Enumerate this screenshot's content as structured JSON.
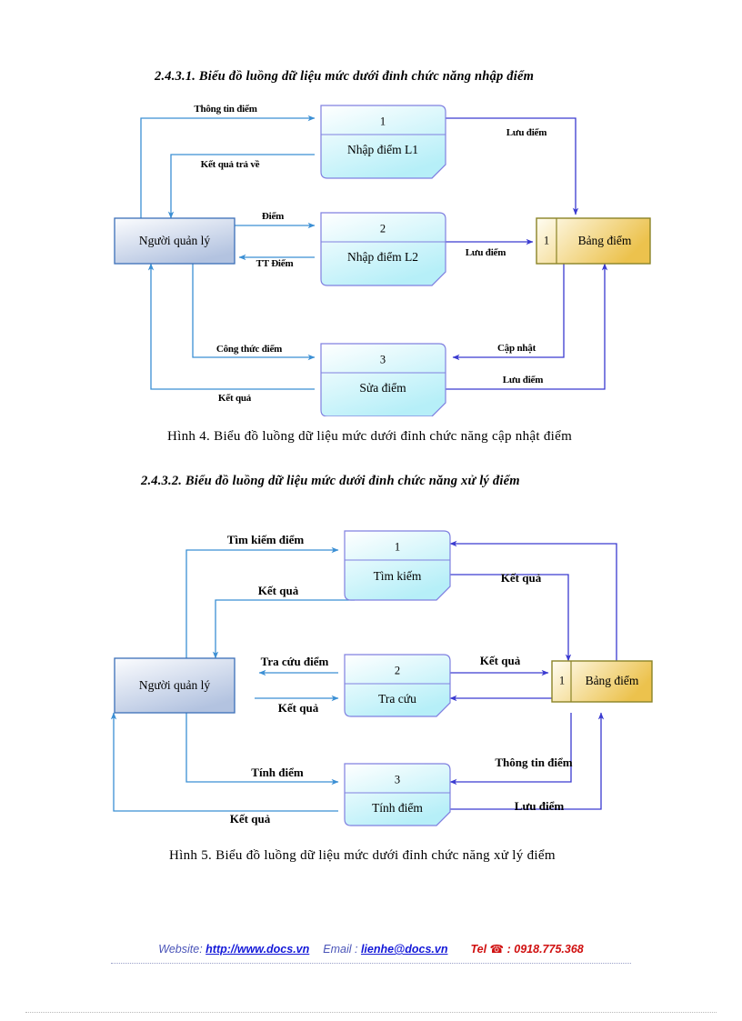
{
  "document": {
    "headings": [
      {
        "id": "h1",
        "text": "2.4.3.1. Biểu đồ luồng dữ liệu mức dưới đỉnh chức năng nhập điểm"
      },
      {
        "id": "h2",
        "text": "2.4.3.2. Biểu đồ luồng dữ liệu mức dưới đỉnh chức năng xử lý điểm"
      }
    ],
    "captions": [
      {
        "id": "c1",
        "text": "Hình 4. Biểu đồ luồng dữ liệu mức dưới đỉnh chức năng cập nhật điểm"
      },
      {
        "id": "c2",
        "text": "Hình 5. Biểu đồ luồng dữ liệu mức dưới đỉnh chức năng xử lý điểm"
      }
    ]
  },
  "colors": {
    "process_fill_light": "#ffffff",
    "process_fill_dark": "#bdeff6",
    "process_stroke": "#8080e0",
    "entity_fill_light": "#ffffff",
    "entity_fill_dark": "#b9c7e2",
    "entity_stroke": "#3b6fb8",
    "store_fill_light": "#fffdf0",
    "store_fill_dark": "#ecc451",
    "store_stroke": "#8a8326",
    "arrow_blue": "#3b8fd4",
    "arrow_indigo": "#3a3ad0",
    "text": "#000000"
  },
  "diagram1": {
    "title": "Biểu đồ luồng dữ liệu mức dưới đỉnh chức năng nhập điểm",
    "entity": {
      "label": "Người quản lý"
    },
    "store": {
      "number": "1",
      "label": "Bảng điểm"
    },
    "processes": [
      {
        "number": "1",
        "label": "Nhập điểm L1"
      },
      {
        "number": "2",
        "label": "Nhập điểm L2"
      },
      {
        "number": "3",
        "label": "Sửa điểm"
      }
    ],
    "flows": [
      {
        "id": "f1",
        "label": "Thông tin điểm"
      },
      {
        "id": "f2",
        "label": "Kết quả trả về"
      },
      {
        "id": "f3",
        "label": "Lưu điểm"
      },
      {
        "id": "f4",
        "label": "Điểm"
      },
      {
        "id": "f5",
        "label": "TT Điểm"
      },
      {
        "id": "f6",
        "label": "Lưu điểm"
      },
      {
        "id": "f7",
        "label": "Công thức điểm"
      },
      {
        "id": "f8",
        "label": "Kết quả"
      },
      {
        "id": "f9",
        "label": "Cập nhật"
      },
      {
        "id": "f10",
        "label": "Lưu điểm"
      }
    ]
  },
  "diagram2": {
    "title": "Biểu đồ luồng dữ liệu mức dưới đỉnh chức năng xử lý điểm",
    "entity": {
      "label": "Người quản lý"
    },
    "store": {
      "number": "1",
      "label": "Bảng điểm"
    },
    "processes": [
      {
        "number": "1",
        "label": "Tìm kiếm"
      },
      {
        "number": "2",
        "label": "Tra cứu"
      },
      {
        "number": "3",
        "label": "Tính điểm"
      }
    ],
    "flows": [
      {
        "id": "g1",
        "label": "Tìm kiếm điểm"
      },
      {
        "id": "g2",
        "label": "Kết quả"
      },
      {
        "id": "g3",
        "label": "Kết quả"
      },
      {
        "id": "g4",
        "label": "Tra cứu điểm"
      },
      {
        "id": "g5",
        "label": "Kết quả"
      },
      {
        "id": "g6",
        "label": "Kết quả"
      },
      {
        "id": "g7",
        "label": "Tính điểm"
      },
      {
        "id": "g8",
        "label": "Kết quả"
      },
      {
        "id": "g9",
        "label": "Thông tin điểm"
      },
      {
        "id": "g10",
        "label": "Lưu điểm"
      }
    ]
  },
  "footer": {
    "website_label": "Website:",
    "website_url": "http://www.docs.vn",
    "email_label": "Email :",
    "email_address": "lienhe@docs.vn",
    "tel_label": "Tel",
    "tel_icon": "☎",
    "tel_separator": ":",
    "tel_number": "0918.775.368"
  }
}
